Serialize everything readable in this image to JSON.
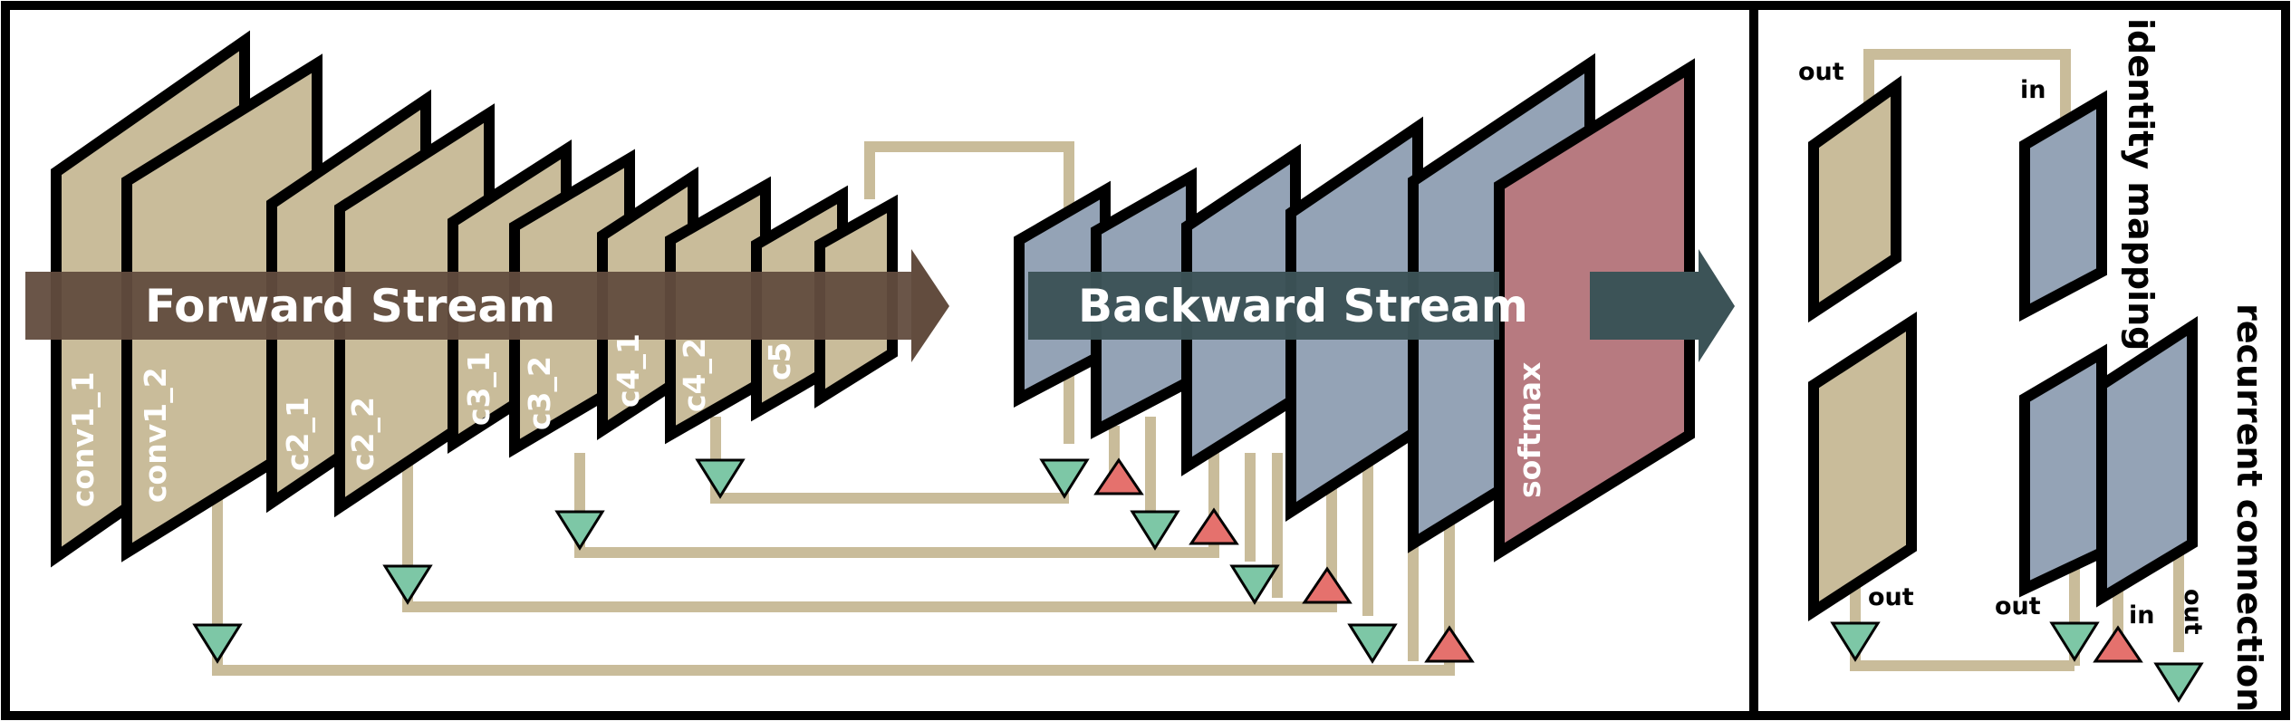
{
  "forward_stream": {
    "label": "Forward Stream",
    "layers": [
      "conv1_1",
      "conv1_2",
      "c2_1",
      "c2_2",
      "c3_1",
      "c3_2",
      "c4_1",
      "c4_2",
      "c5"
    ]
  },
  "backward_stream": {
    "label": "Backward Stream",
    "output_layer": "softmax"
  },
  "legend": {
    "identity_mapping": {
      "title": "identity mapping",
      "out_label": "out",
      "in_label": "in"
    },
    "recurrent_connection": {
      "title": "recurrent connection",
      "out_label_left": "out",
      "out_label_mid": "out",
      "in_label": "in",
      "out_label_right": "out"
    }
  },
  "colors": {
    "forward_layer": "#c9bc9a",
    "backward_layer": "#94a3b6",
    "softmax_layer": "#b77a80",
    "forward_arrow": "#624c3e",
    "backward_arrow": "#3c5357",
    "connector": "#c9bc9a",
    "identity_marker": "#7dc7a6",
    "recurrent_marker": "#e5716d"
  }
}
